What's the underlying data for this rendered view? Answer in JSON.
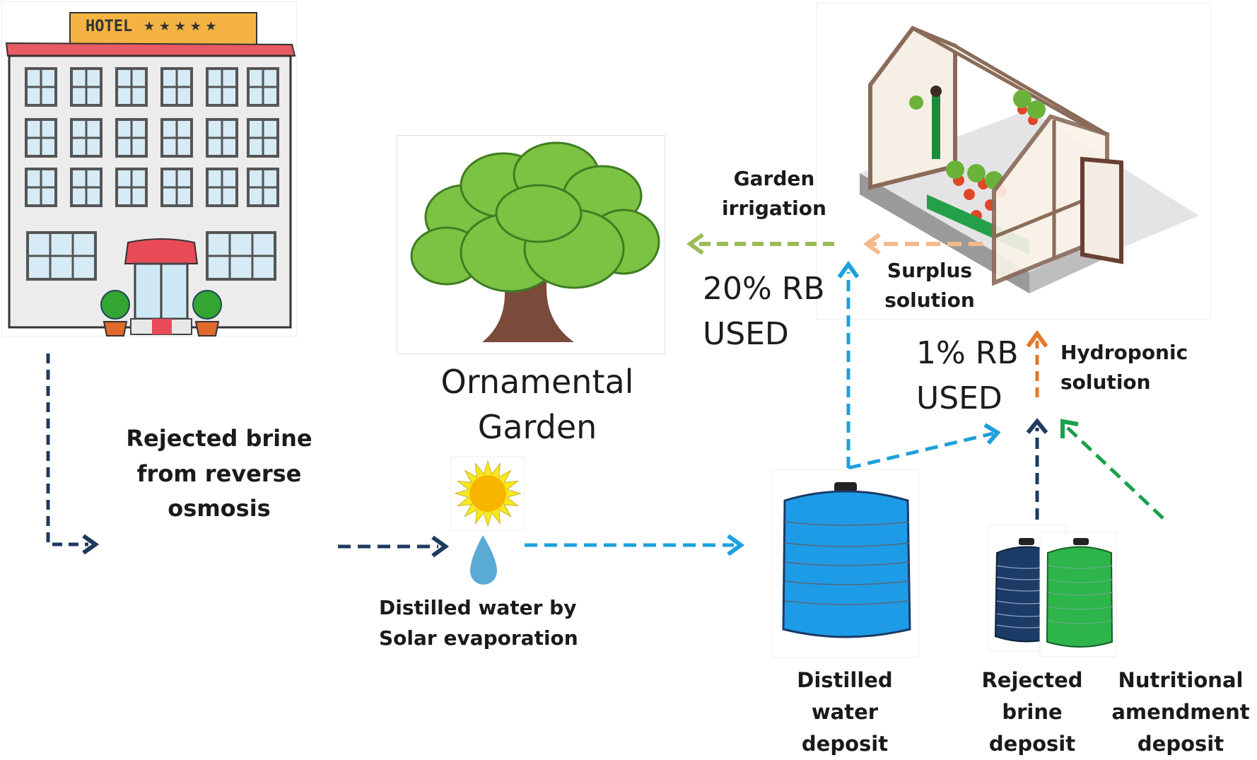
{
  "figure": {
    "hotel": {
      "sign_text": "HOTEL",
      "stars": "★ ★ ★ ★ ★"
    },
    "labels": {
      "rejected_brine": [
        "Rejected brine",
        "from reverse",
        "osmosis"
      ],
      "distilled_solar": [
        "Distilled water by",
        "Solar evaporation"
      ],
      "ornamental_garden": [
        "Ornamental",
        "Garden"
      ],
      "garden_irrigation": [
        "Garden",
        "irrigation"
      ],
      "surplus_solution": [
        "Surplus",
        "solution"
      ],
      "hydroponic_solution": [
        "Hydroponic",
        "solution"
      ],
      "rb_used_garden": [
        "20% RB",
        "USED"
      ],
      "rb_used_hydroponic": [
        "1% RB",
        "USED"
      ],
      "distilled_deposit": [
        "Distilled",
        "water",
        "deposit"
      ],
      "brine_deposit": [
        "Rejected",
        "brine",
        "deposit"
      ],
      "nutritional_deposit": [
        "Nutritional",
        "amendment",
        "deposit"
      ]
    },
    "colors": {
      "navy_arrow": "#1f3a5f",
      "blue_arrow": "#1ea0dc",
      "green_arrow": "#1aa04a",
      "orange_arrow": "#e5782a",
      "light_orange_arrow": "#f3b98a",
      "olive_arrow": "#9bbb59",
      "tank_blue": "#1e9be6",
      "tank_navy": "#1c3b66",
      "tank_green": "#2db54a",
      "sun": "#f7b500",
      "drop": "#5aaad6"
    },
    "flows": [
      {
        "from": "hotel",
        "to": "rejected-brine",
        "color": "navy_arrow"
      },
      {
        "from": "rejected-brine",
        "to": "solar-evaporation",
        "color": "navy_arrow"
      },
      {
        "from": "solar-evaporation",
        "to": "distilled-water-deposit",
        "color": "blue_arrow"
      },
      {
        "from": "distilled-water-deposit",
        "to": "garden-irrigation",
        "color": "blue_arrow"
      },
      {
        "from": "distilled-water-deposit",
        "to": "hydroponic-solution",
        "color": "blue_arrow"
      },
      {
        "from": "rejected-brine-deposit",
        "to": "hydroponic-solution",
        "color": "navy_arrow"
      },
      {
        "from": "nutritional-amendment-deposit",
        "to": "hydroponic-solution",
        "color": "green_arrow"
      },
      {
        "from": "hydroponic-solution",
        "to": "greenhouse",
        "color": "orange_arrow"
      },
      {
        "from": "greenhouse",
        "to": "garden-irrigation",
        "color": "light_orange_arrow",
        "label": "Surplus solution"
      },
      {
        "from": "garden-irrigation",
        "to": "ornamental-garden",
        "color": "olive_arrow"
      }
    ]
  }
}
